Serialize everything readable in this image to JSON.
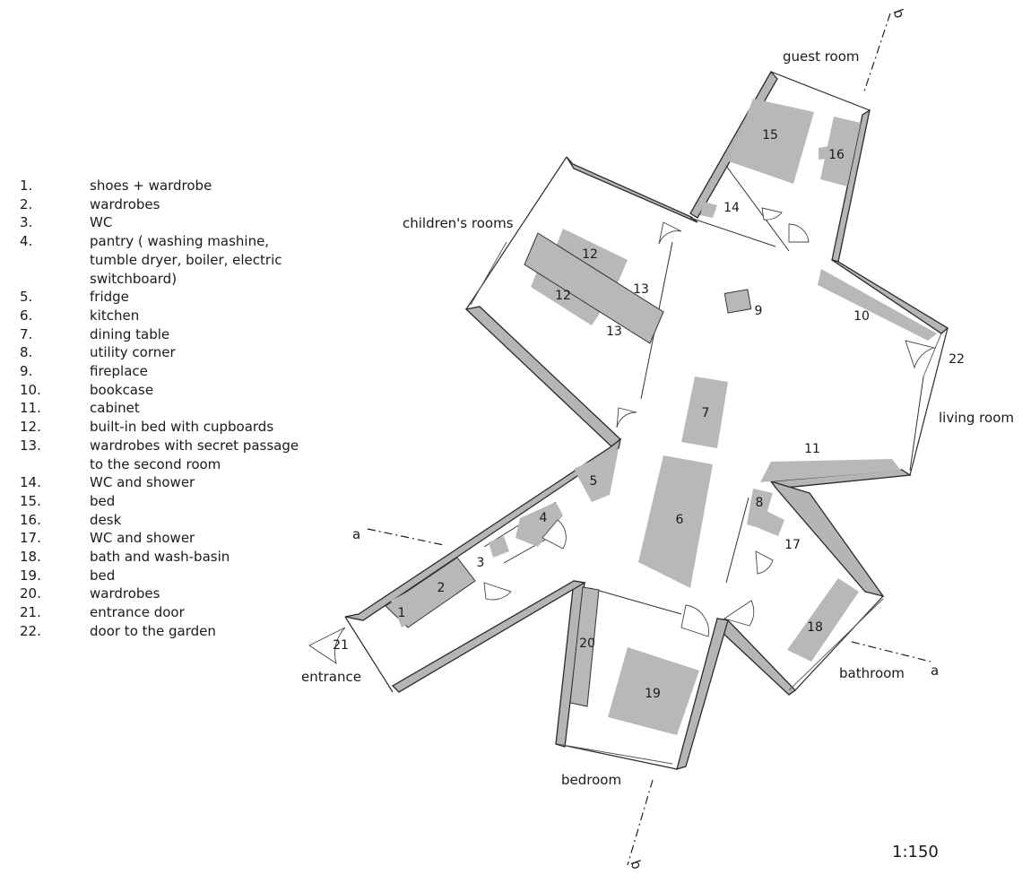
{
  "legend": [
    {
      "num": "1.",
      "text": "shoes + wardrobe"
    },
    {
      "num": "2.",
      "text": "wardrobes"
    },
    {
      "num": "3.",
      "text": "WC"
    },
    {
      "num": "4.",
      "text": "pantry ( washing mashine, tumble dryer, boiler, electric switchboard)"
    },
    {
      "num": "5.",
      "text": "fridge"
    },
    {
      "num": "6.",
      "text": "kitchen"
    },
    {
      "num": "7.",
      "text": "dining table"
    },
    {
      "num": "8.",
      "text": "utility corner"
    },
    {
      "num": "9.",
      "text": "fireplace"
    },
    {
      "num": "10.",
      "text": "bookcase"
    },
    {
      "num": "11.",
      "text": "cabinet"
    },
    {
      "num": "12.",
      "text": "built-in bed with cupboards"
    },
    {
      "num": "13.",
      "text": "wardrobes with secret passage to the second room"
    },
    {
      "num": "14.",
      "text": "WC and shower"
    },
    {
      "num": "15.",
      "text": "bed"
    },
    {
      "num": "16.",
      "text": "desk"
    },
    {
      "num": "17.",
      "text": "WC and shower"
    },
    {
      "num": "18.",
      "text": "bath and wash-basin"
    },
    {
      "num": "19.",
      "text": "bed"
    },
    {
      "num": "20.",
      "text": "wardrobes"
    },
    {
      "num": "21.",
      "text": "entrance door"
    },
    {
      "num": "22.",
      "text": "door to the garden"
    }
  ],
  "rooms": {
    "guest_room": "guest room",
    "childrens_rooms": "children's rooms",
    "living_room": "living room",
    "entrance": "entrance",
    "bathroom": "bathroom",
    "bedroom": "bedroom"
  },
  "markers": {
    "n1": "1",
    "n2": "2",
    "n3": "3",
    "n4": "4",
    "n5": "5",
    "n6": "6",
    "n7": "7",
    "n8": "8",
    "n9": "9",
    "n10": "10",
    "n11": "11",
    "n12a": "12",
    "n12b": "12",
    "n13a": "13",
    "n13b": "13",
    "n14": "14",
    "n15": "15",
    "n16": "16",
    "n17": "17",
    "n18": "18",
    "n19": "19",
    "n20": "20",
    "n21": "21",
    "n22": "22"
  },
  "sections": {
    "a_left": "a",
    "a_right": "a",
    "b_top": "b",
    "b_bottom": "b"
  },
  "scale": "1:150",
  "colors": {
    "furniture": "#b8b8b8",
    "wall_fill": "#b5b5b5",
    "line": "#2a2a2a"
  }
}
